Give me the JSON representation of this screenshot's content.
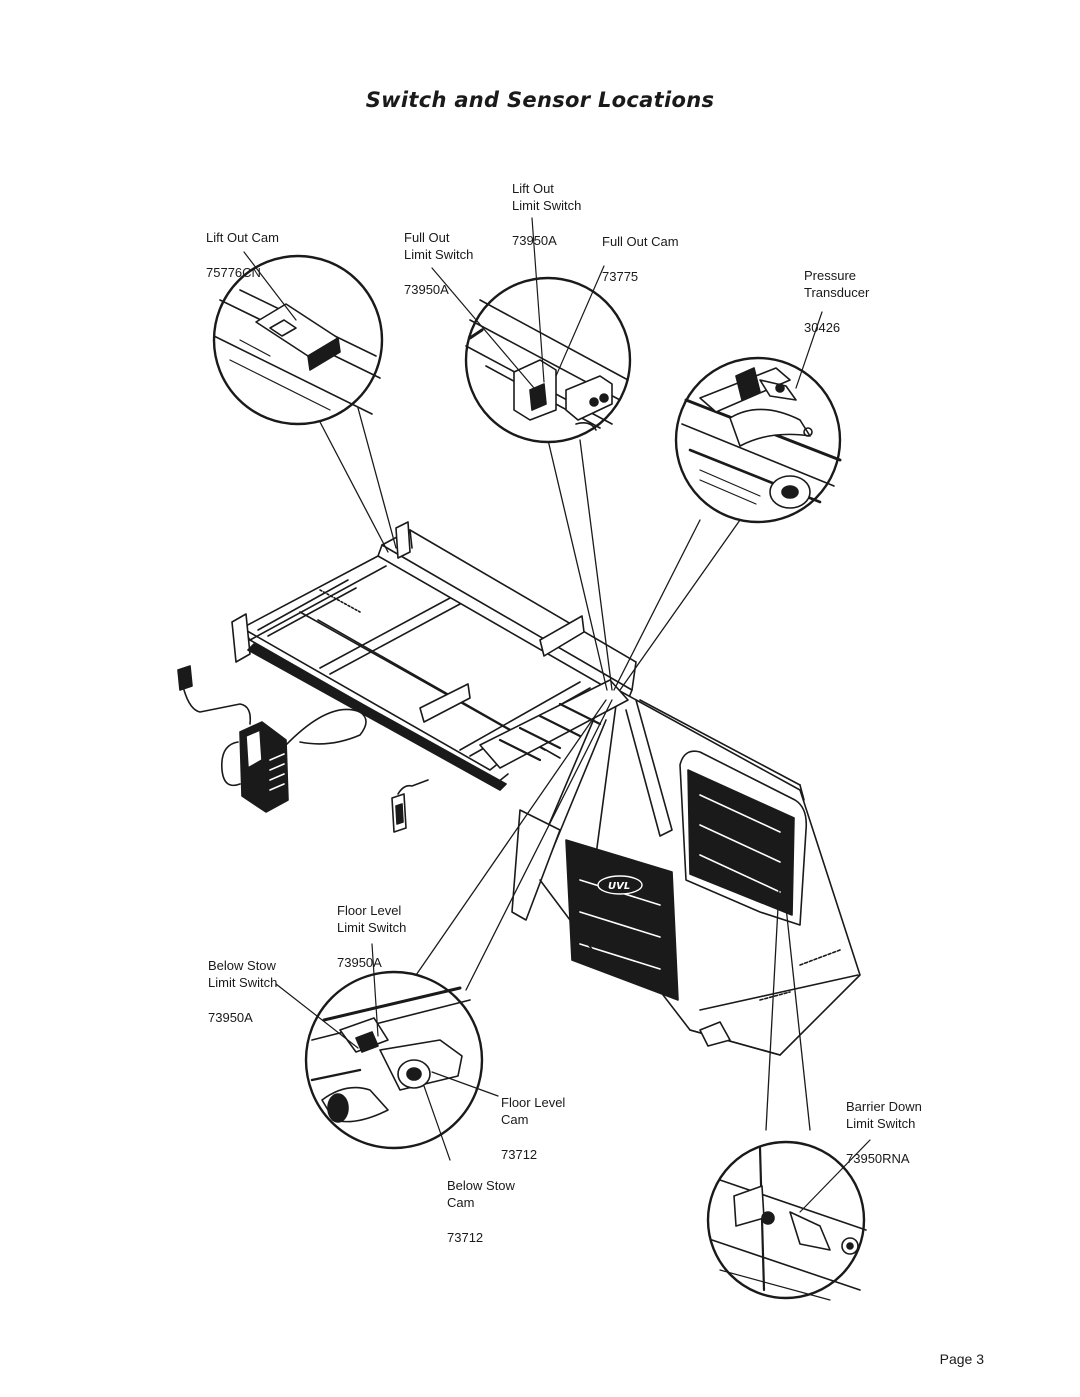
{
  "title": "Switch and Sensor Locations",
  "labels": {
    "lift_out_cam": {
      "name": "Lift Out Cam",
      "part": "75776CN"
    },
    "full_out_limit_switch": {
      "name": "Full Out\nLimit Switch",
      "part": "73950A"
    },
    "lift_out_limit_switch": {
      "name": "Lift Out\nLimit Switch",
      "part": "73950A"
    },
    "full_out_cam": {
      "name": "Full Out Cam",
      "part": "73775"
    },
    "pressure_transducer": {
      "name": "Pressure\nTransducer",
      "part": "30426"
    },
    "floor_level_limit_switch": {
      "name": "Floor Level\nLimit Switch",
      "part": "73950A"
    },
    "below_stow_limit_switch": {
      "name": "Below Stow\nLimit Switch",
      "part": "73950A"
    },
    "floor_level_cam": {
      "name": "Floor Level\nCam",
      "part": "73712"
    },
    "below_stow_cam": {
      "name": "Below Stow\nCam",
      "part": "73712"
    },
    "barrier_down_limit_switch": {
      "name": "Barrier Down\nLimit Switch",
      "part": "73950RNA"
    }
  },
  "platform_logo": "UVL",
  "page_number": "Page 3"
}
